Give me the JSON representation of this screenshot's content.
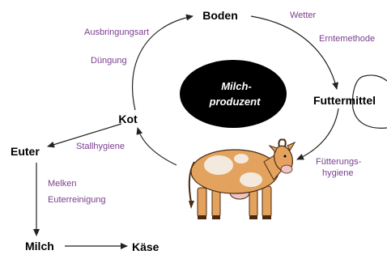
{
  "nodes": {
    "boden": "Boden",
    "futtermittel": "Futtermittel",
    "kot": "Kot",
    "euter": "Euter",
    "milch": "Milch",
    "kaese": "Käse"
  },
  "center": {
    "line1": "Milch-",
    "line2": "produzent"
  },
  "factors": {
    "ausbringungsart": "Ausbringungsart",
    "duengung": "Düngung",
    "wetter": "Wetter",
    "erntemethode": "Erntemethode",
    "stallhygiene": "Stallhygiene",
    "fuetterungs": "Fütterungs-",
    "hygiene": "hygiene",
    "melken": "Melken",
    "euterreinigung": "Euterreinigung"
  },
  "colors": {
    "node_text": "#000000",
    "factor_text": "#7a3e8e",
    "arrow": "#222222",
    "center_fill": "#000000",
    "center_text": "#ffffff",
    "cow_body": "#e3a35e",
    "cow_spots": "#f3eadd",
    "cow_outline": "#4a2a10"
  },
  "icons": {
    "cow": "cow-illustration"
  }
}
